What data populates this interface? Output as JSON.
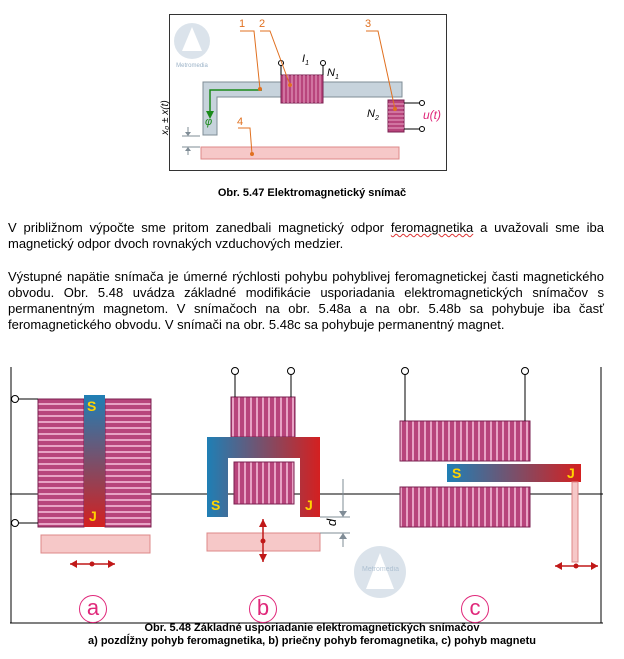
{
  "fig47": {
    "labels": {
      "n1": "1",
      "n2": "2",
      "n3": "3",
      "n4": "4",
      "I1": "I",
      "I1sub": "1",
      "N1": "N",
      "N1sub": "1",
      "N2": "N",
      "N2sub": "2",
      "ut": "u(t)",
      "phi": "φ",
      "gap": "x₀ ± x(t)"
    },
    "caption": "Obr. 5.47 Elektromagnetický snímač"
  },
  "text": {
    "p1_a": "V približnom výpočte sme pritom zanedbali magnetický odpor ",
    "p1_b": "feromagnetika",
    "p1_c": " a uvažovali sme iba magnetický odpor dvoch rovnakých vzduchových medzier.",
    "p2": "Výstupné napätie snímača je úmerné rýchlosti pohybu pohyblivej feromagnetickej časti magnetického obvodu. Obr. 5.48 uvádza základné modifikácie usporiadania elektromagnetických snímačov s permanentným magnetom. V snímačoch na obr. 5.48a a na obr. 5.48b sa pohybuje iba časť feromagnetického obvodu. V snímači na obr. 5.48c sa pohybuje permanentný magnet."
  },
  "fig48": {
    "poles": {
      "S": "S",
      "J": "J"
    },
    "gap": "d",
    "sublabels": [
      "a",
      "b",
      "c"
    ],
    "watermark": "Metromedia",
    "caption": "Obr. 5.48 Základné usporiadanie elektromagnetických snímačov",
    "subcaption": "a) pozdĺžny pohyb feromagnetika, b) priečny pohyb feromagnetika, c) pohyb magnetu"
  },
  "colors": {
    "coil": "#b8457c",
    "coil_stroke": "#7a2050",
    "core": "#c7d3dc",
    "core_stroke": "#7f8c96",
    "plate": "#f6c8c8",
    "plate_stroke": "#d88",
    "accent": "#e07020",
    "north": "#d42020",
    "south": "#1f7fb5",
    "pole_text": "#ffd400",
    "arrow": "#c01818",
    "label": "#e0287a"
  }
}
